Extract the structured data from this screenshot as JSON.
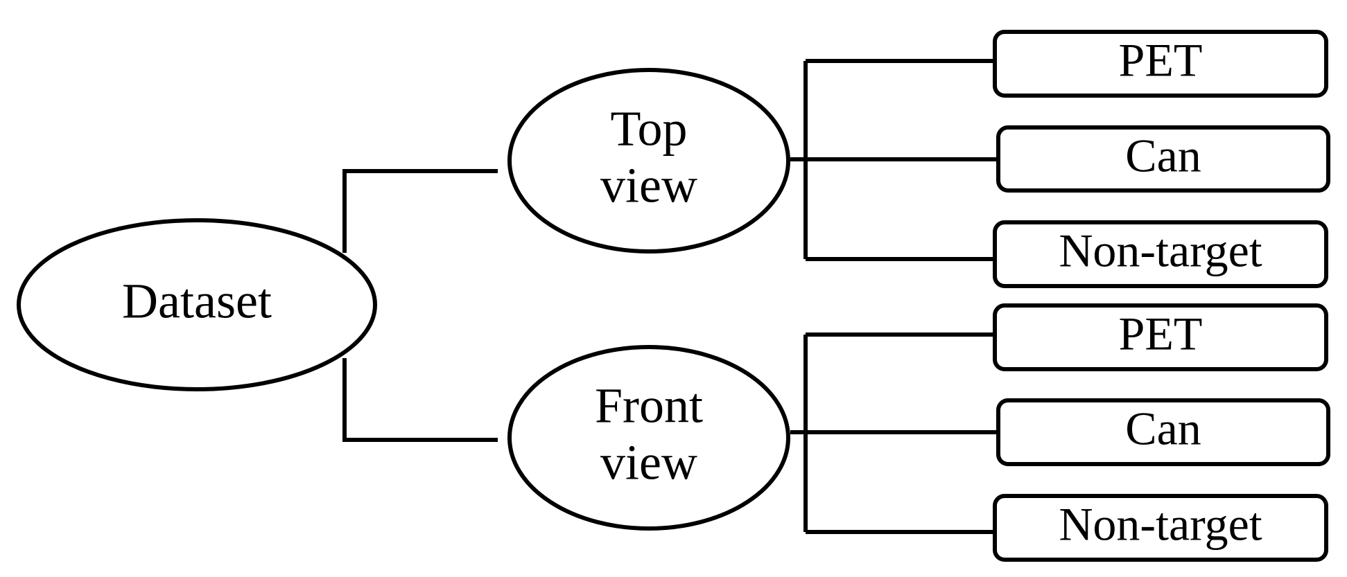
{
  "diagram": {
    "root": {
      "label": "Dataset"
    },
    "views": [
      {
        "line1": "Top",
        "line2": "view",
        "classes": [
          "PET",
          "Can",
          "Non-target"
        ]
      },
      {
        "line1": "Front",
        "line2": "view",
        "classes": [
          "PET",
          "Can",
          "Non-target"
        ]
      }
    ]
  },
  "colors": {
    "stroke": "#000000",
    "fill": "#ffffff",
    "text": "#000000"
  }
}
